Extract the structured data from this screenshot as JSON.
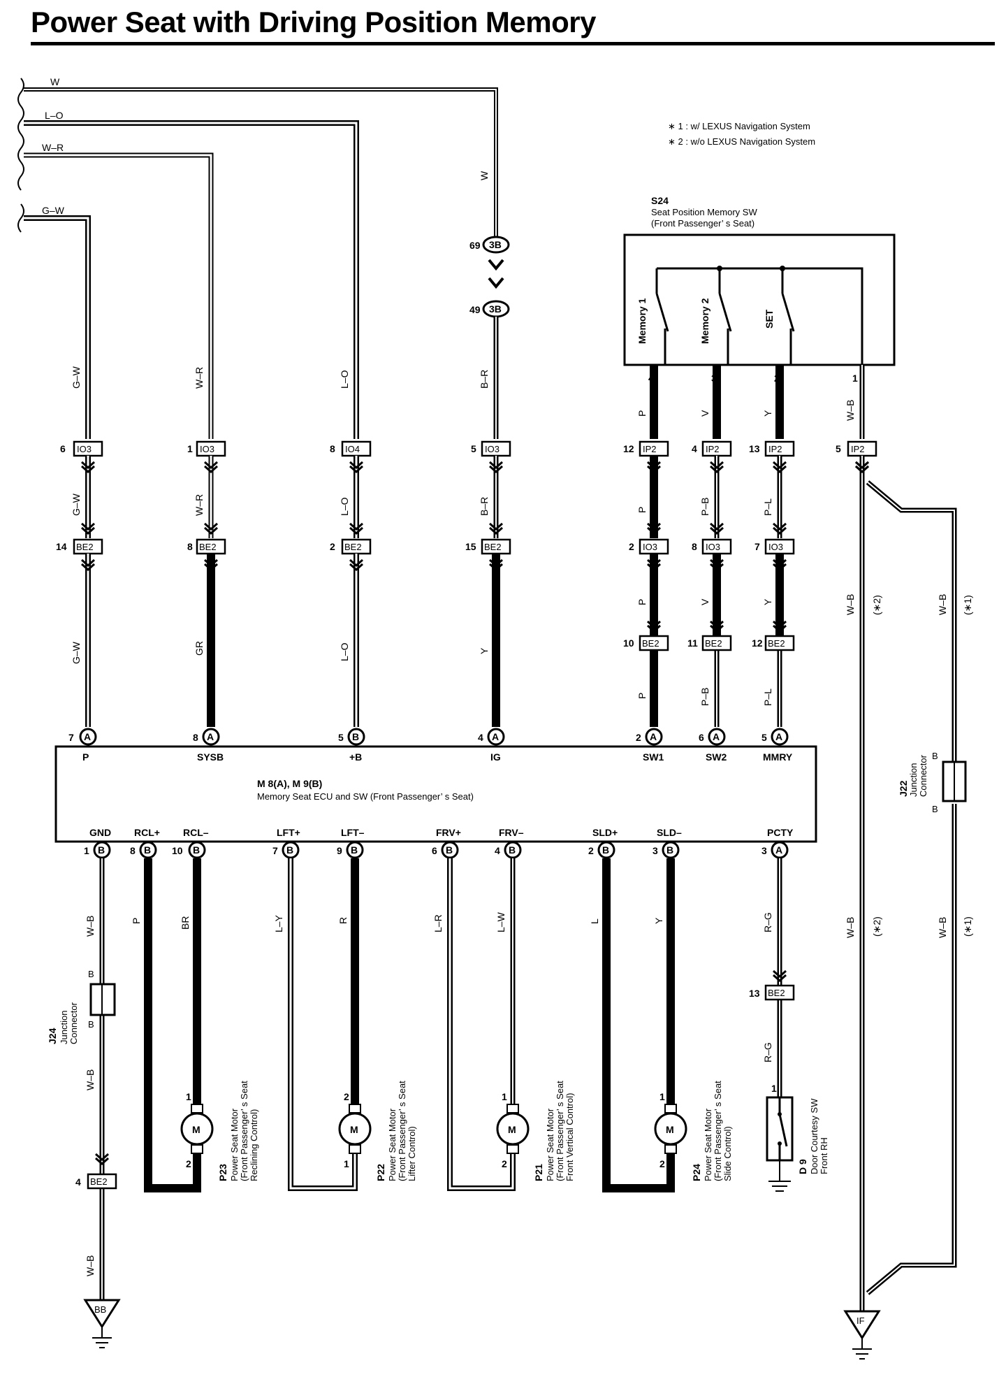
{
  "title": "Power Seat with Driving Position Memory",
  "notes": [
    "∗ 1 : w/ LEXUS Navigation System",
    "∗ 2 : w/o LEXUS Navigation System"
  ],
  "incoming_wires": [
    "W",
    "L–O",
    "W–R",
    "G–W"
  ],
  "switch": {
    "code": "S24",
    "name": "Seat Position Memory SW",
    "sub": "(Front Passenger’ s Seat)",
    "contacts": [
      "Memory 1",
      "Memory 2",
      "SET"
    ],
    "pins": [
      "4",
      "3",
      "2",
      "1"
    ]
  },
  "connector_3b": {
    "top_pin": "69",
    "bottom_pin": "49",
    "label": "3B"
  },
  "connectors": {
    "io3": "IO3",
    "io4": "IO4",
    "ip2": "IP2",
    "be2": "BE2"
  },
  "pins": {
    "p_io3": "6",
    "p_be2": "14",
    "sysb_io3": "1",
    "sysb_be2": "8",
    "b_io4": "8",
    "b_be2": "2",
    "ig_io3": "5",
    "ig_be2": "15",
    "sw1_ip2": "12",
    "sw1_io3": "2",
    "sw1_be2": "10",
    "sw2_ip2": "4",
    "sw2_io3": "8",
    "sw2_be2": "11",
    "mm_ip2": "13",
    "mm_io3": "7",
    "mm_be2": "12",
    "gnd_ip2": "5",
    "pcty_be2": "13",
    "gnd_be2": "4"
  },
  "wire_labels": {
    "p": "G–W",
    "sysb_top": "W–R",
    "sysb_bottom": "GR",
    "b": "L–O",
    "ig_top": "W",
    "ig_mid": "B–R",
    "ig_bottom": "Y",
    "sw1": "P",
    "sw2_top": "V",
    "sw2_mid": "P–B",
    "mm_top": "Y",
    "mm_mid": "P–L",
    "wb": "W–B",
    "star2": "(∗2)",
    "star1": "(∗1)",
    "rcl_p": "P",
    "rcl_m": "BR",
    "lft_p": "L–Y",
    "lft_m": "R",
    "frv_p": "L–R",
    "frv_m": "L–W",
    "sld_p": "L",
    "sld_m": "Y",
    "pcty": "R–G"
  },
  "ecu": {
    "code": "M 8(A), M 9(B)",
    "name": "Memory Seat ECU and SW (Front Passenger’ s Seat)",
    "top_terminals": [
      {
        "pin": "7",
        "conn": "A",
        "name": "P"
      },
      {
        "pin": "8",
        "conn": "A",
        "name": "SYSB"
      },
      {
        "pin": "5",
        "conn": "B",
        "name": "+B"
      },
      {
        "pin": "4",
        "conn": "A",
        "name": "IG"
      },
      {
        "pin": "2",
        "conn": "A",
        "name": "SW1"
      },
      {
        "pin": "6",
        "conn": "A",
        "name": "SW2"
      },
      {
        "pin": "5",
        "conn": "A",
        "name": "MMRY"
      }
    ],
    "bottom_terminals": [
      {
        "pin": "1",
        "conn": "B",
        "name": "GND"
      },
      {
        "pin": "8",
        "conn": "B",
        "name": "RCL+"
      },
      {
        "pin": "10",
        "conn": "B",
        "name": "RCL–"
      },
      {
        "pin": "7",
        "conn": "B",
        "name": "LFT+"
      },
      {
        "pin": "9",
        "conn": "B",
        "name": "LFT–"
      },
      {
        "pin": "6",
        "conn": "B",
        "name": "FRV+"
      },
      {
        "pin": "4",
        "conn": "B",
        "name": "FRV–"
      },
      {
        "pin": "2",
        "conn": "B",
        "name": "SLD+"
      },
      {
        "pin": "3",
        "conn": "B",
        "name": "SLD–"
      },
      {
        "pin": "3",
        "conn": "A",
        "name": "PCTY"
      }
    ]
  },
  "motors": [
    {
      "code": "P23",
      "l1": "Power Seat Motor",
      "l2": "(Front Passenger’ s Seat",
      "l3": "Reclining Control)",
      "top_pin": "1",
      "bot_pin": "2"
    },
    {
      "code": "P22",
      "l1": "Power Seat Motor",
      "l2": "(Front Passenger’ s Seat",
      "l3": "Lifter Control)",
      "top_pin": "2",
      "bot_pin": "1"
    },
    {
      "code": "P21",
      "l1": "Power Seat Motor",
      "l2": "(Front Passenger’ s Seat",
      "l3": "Front Vertical Control)",
      "top_pin": "1",
      "bot_pin": "2"
    },
    {
      "code": "P24",
      "l1": "Power Seat Motor",
      "l2": "(Front Passenger’ s Seat",
      "l3": "Slide Control)",
      "top_pin": "1",
      "bot_pin": "2"
    }
  ],
  "motor_symbol": "M",
  "door_sw": {
    "code": "D 9",
    "l1": "Door Courtesy SW",
    "l2": "Front RH",
    "pin": "1"
  },
  "j24": {
    "code": "J24",
    "l1": "Junction",
    "l2": "Connector",
    "pin": "B"
  },
  "j22": {
    "code": "J22",
    "l1": "Junction",
    "l2": "Connector",
    "pin": "B"
  },
  "grounds": {
    "left": "BB",
    "right": "IF"
  }
}
